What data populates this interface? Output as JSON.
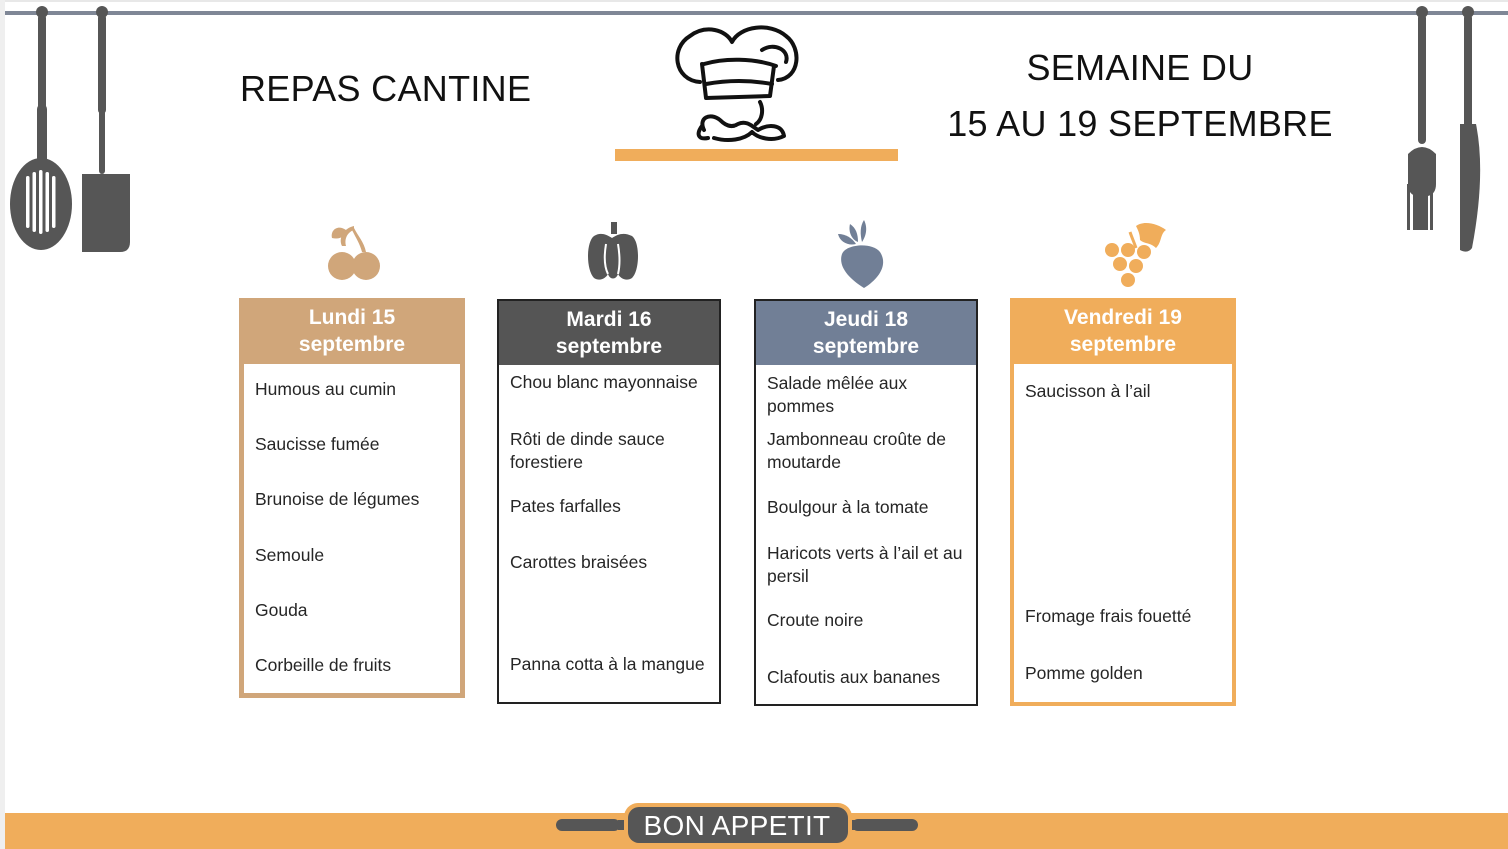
{
  "header": {
    "title": "REPAS CANTINE",
    "week_line1": "SEMAINE DU",
    "week_line2": "15 AU 19 SEPTEMBRE"
  },
  "colors": {
    "tan": "#d0a67a",
    "dark": "#555555",
    "slate": "#717f96",
    "orange": "#f0ad5b",
    "utensil_gray": "#565656"
  },
  "icons": {
    "left_utensils": "slotted-spoon-and-spatula",
    "right_utensils": "fork-and-knife",
    "center": "chef-hat-mustache",
    "monday": "cherries",
    "tuesday": "bell-pepper",
    "thursday": "beetroot",
    "friday": "grapes"
  },
  "days": [
    {
      "header": [
        "Lundi 15",
        "septembre"
      ],
      "items": [
        "Humous au cumin",
        "Saucisse fumée",
        "Brunoise de légumes",
        "Semoule",
        "Gouda",
        "Corbeille de fruits"
      ]
    },
    {
      "header": [
        "Mardi 16",
        "septembre"
      ],
      "items": [
        "Chou blanc mayonnaise",
        "Rôti de dinde sauce forestiere",
        "Pates farfalles",
        "Carottes braisées",
        "Panna cotta à la mangue"
      ]
    },
    {
      "header": [
        "Jeudi 18",
        "septembre"
      ],
      "items": [
        "Salade mêlée aux pommes",
        "Jambonneau croûte de moutarde",
        "Boulgour à la tomate",
        "Haricots verts à l’ail et au persil",
        "Croute noire",
        "Clafoutis aux bananes"
      ]
    },
    {
      "header": [
        "Vendredi 19",
        "septembre"
      ],
      "items": [
        "Saucisson à l’ail",
        "Fromage frais fouetté",
        "Pomme golden"
      ]
    }
  ],
  "footer": {
    "label": "BON APPETIT"
  }
}
